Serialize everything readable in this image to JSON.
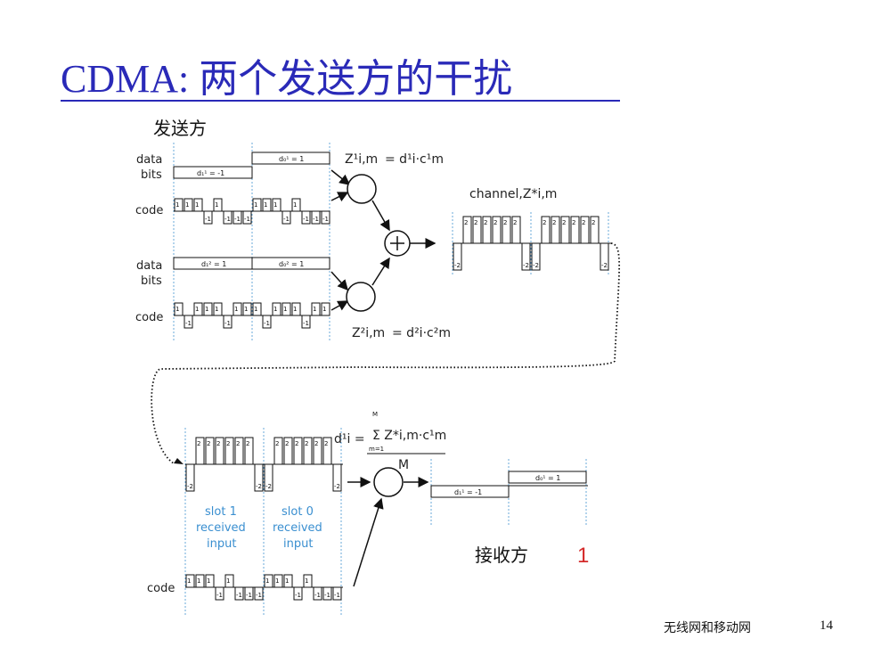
{
  "slide": {
    "title": "CDMA: 两个发送方的干扰",
    "footer": "无线网和移动网",
    "page_number": "14"
  },
  "diagram": {
    "sender_label": "发送方",
    "receiver_label": "接收方",
    "receiver_number": "1",
    "data_label": "data",
    "bits_label": "bits",
    "code_label": "code",
    "sender1": {
      "bit1": "d₁¹ = -1",
      "bit0": "d₀¹ = 1",
      "code": [
        1,
        1,
        1,
        -1,
        1,
        -1,
        -1,
        -1
      ],
      "eq_lhs": "Z¹i,m",
      "eq_rhs": "= d¹i·c¹m"
    },
    "sender2": {
      "bit1": "d₁² = 1",
      "bit0": "d₀² = 1",
      "code": [
        1,
        -1,
        1,
        1,
        1,
        -1,
        1,
        1
      ],
      "eq_lhs": "Z²i,m",
      "eq_rhs": "= d²i·c²m"
    },
    "channel_label": "channel,Z*i,m",
    "channel_values": [
      -2,
      2,
      2,
      2,
      2,
      2,
      2,
      -2
    ],
    "receiver": {
      "eq_lhs": "d¹i =",
      "eq_sum": "Σ Z*i,m·c¹m",
      "eq_sum_top": "M",
      "eq_sum_bottom": "m=1",
      "eq_den": "M",
      "circle_label": "M",
      "out_bit1": "d₁¹ = -1",
      "out_bit0": "d₀¹ = 1",
      "slot1": [
        "slot 1",
        "received",
        "input"
      ],
      "slot0": [
        "slot 0",
        "received",
        "input"
      ]
    }
  }
}
